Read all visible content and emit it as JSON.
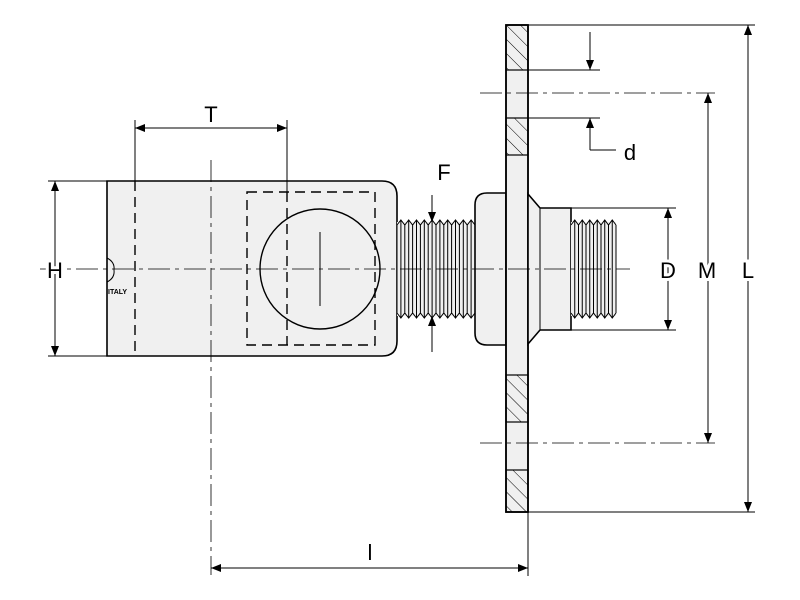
{
  "drawing": {
    "labels": {
      "T": "T",
      "H": "H",
      "F": "F",
      "d": "d",
      "D": "D",
      "M": "M",
      "L": "L",
      "l": "l"
    },
    "marking": "ITALY",
    "colors": {
      "line": "#000000",
      "fill": "#f0f0f0"
    }
  }
}
